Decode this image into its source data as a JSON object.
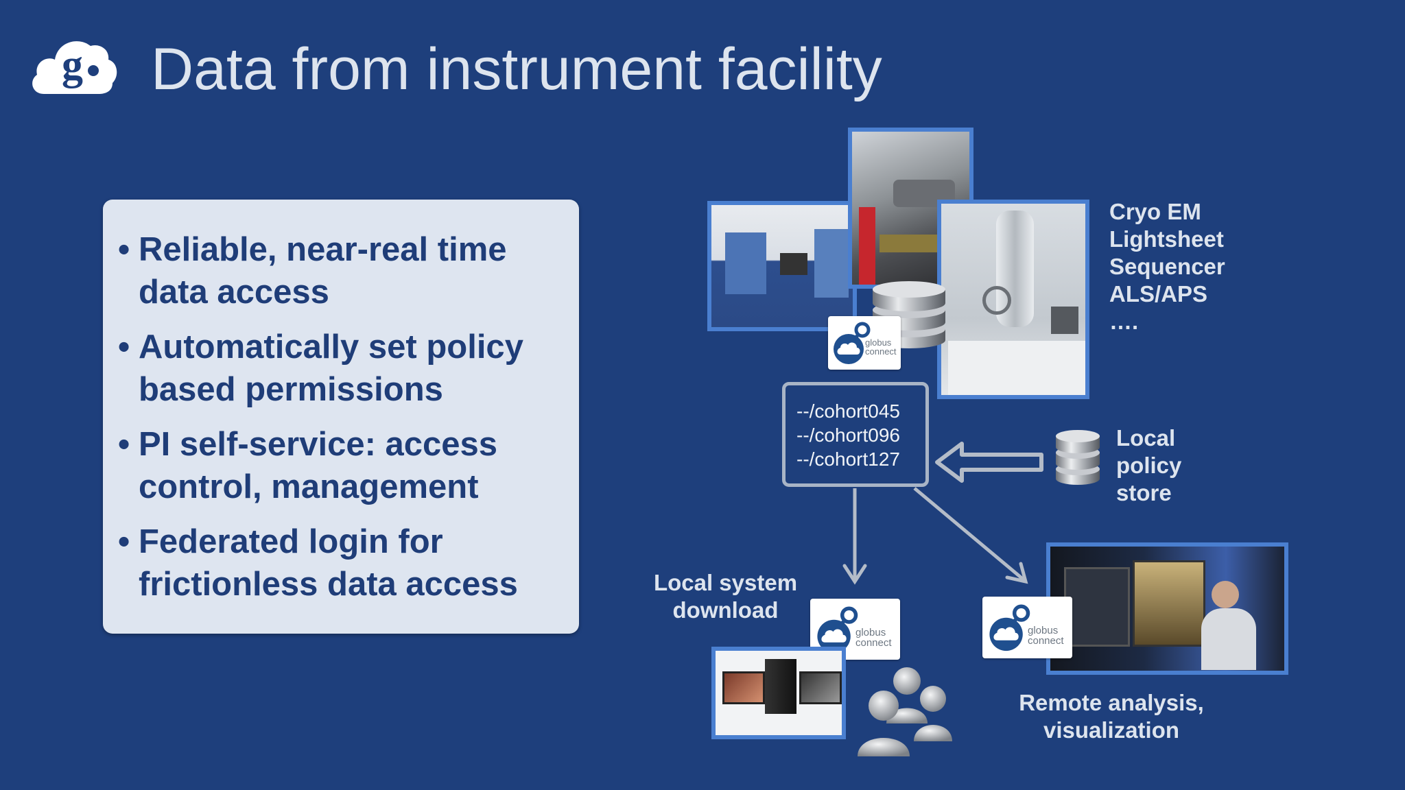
{
  "slide": {
    "title": "Data from instrument facility",
    "bullets": [
      "Reliable, near-real time data access",
      "Automatically set policy based permissions",
      "PI self-service: access control, management",
      "Federated login for frictionless data access"
    ]
  },
  "diagram": {
    "instruments": [
      "Cryo EM",
      "Lightsheet",
      "Sequencer",
      "ALS/APS",
      "…."
    ],
    "paths": [
      "--/cohort045",
      "--/cohort096",
      "--/cohort127"
    ],
    "policy_store_lines": [
      "Local",
      "policy",
      "store"
    ],
    "local_download_lines": [
      "Local system",
      "download"
    ],
    "remote_lines": [
      "Remote analysis,",
      "visualization"
    ],
    "globus_connect": {
      "line1": "globus",
      "line2": "connect"
    }
  },
  "colors": {
    "background": "#1e3f7c",
    "panel": "#dee5f0",
    "bullet_text": "#1f3d78",
    "photo_border": "#4a7fd0",
    "arrow": "#b4bcc8"
  },
  "icons": [
    "globus-logo-icon",
    "database-icon",
    "globus-connect-icon",
    "users-icon"
  ]
}
